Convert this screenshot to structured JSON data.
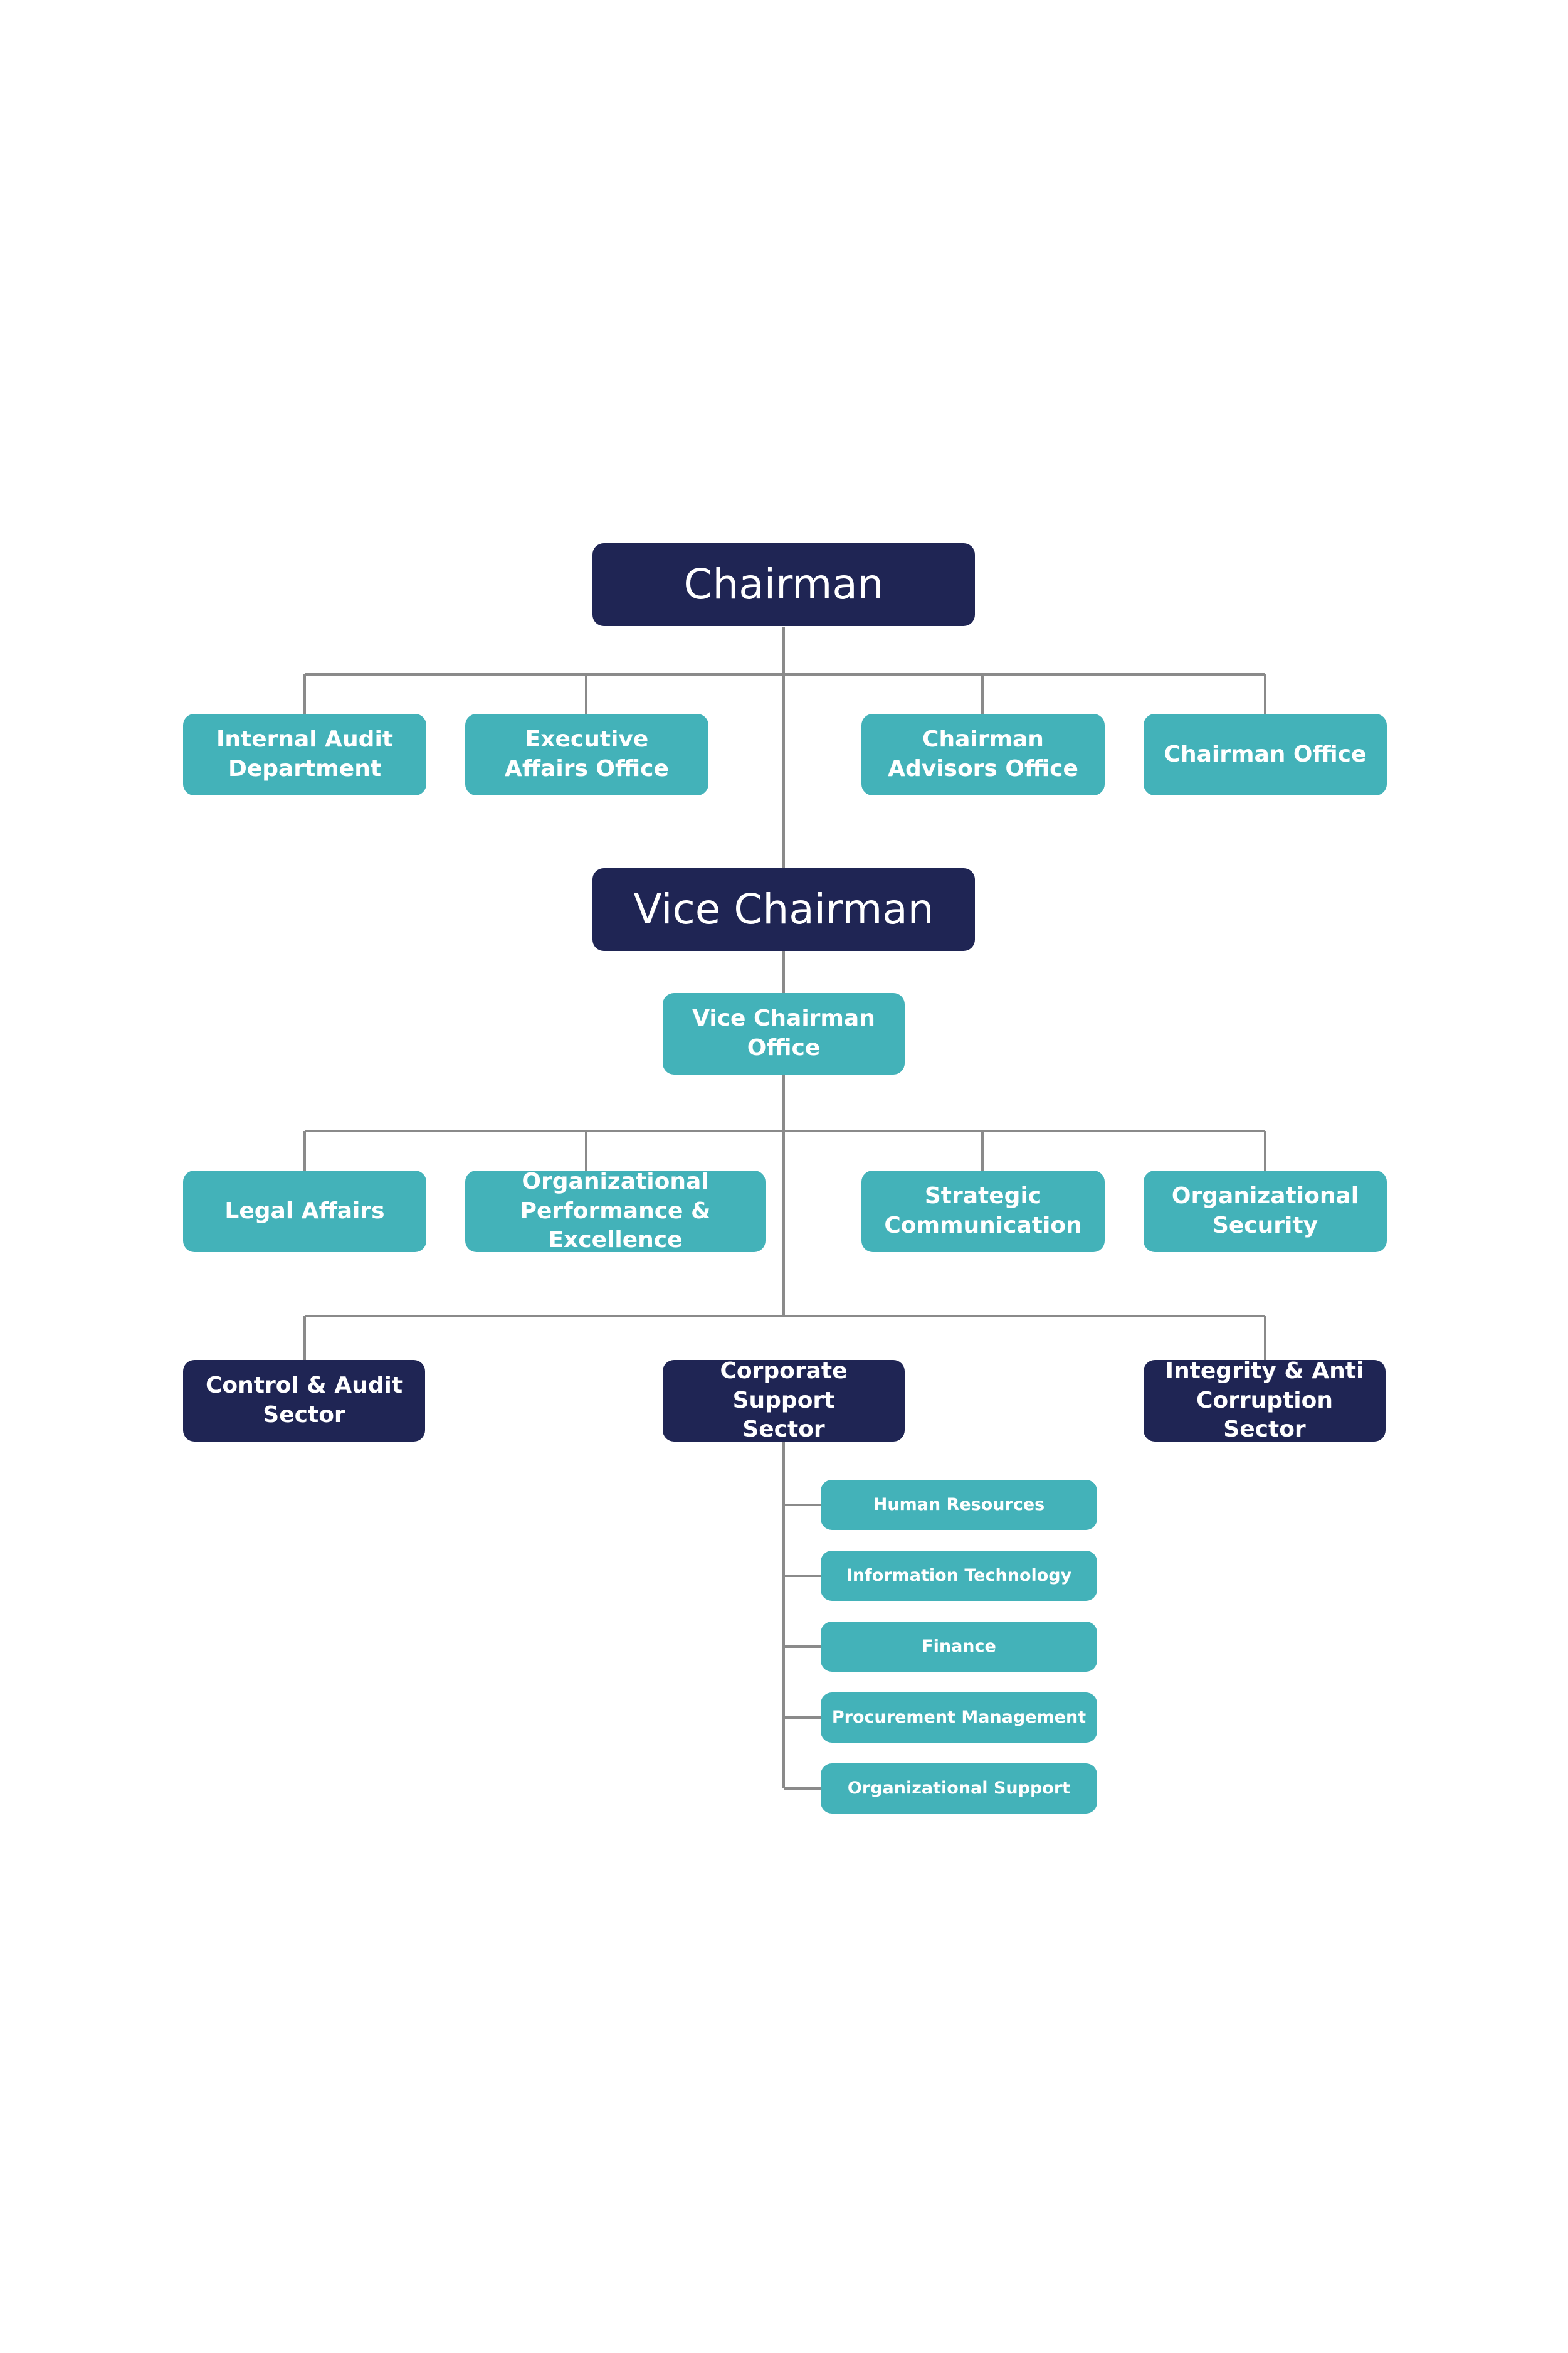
{
  "chairman": "Chairman",
  "chairman_units": [
    "Internal Audit\nDepartment",
    "Executive\nAffairs Office",
    "Chairman\nAdvisors Office",
    "Chairman Office"
  ],
  "vice_chairman": "Vice Chairman",
  "vice_chairman_office": "Vice Chairman\nOffice",
  "vice_units": [
    "Legal Affairs",
    "Organizational\nPerformance & Excellence",
    "Strategic\nCommunication",
    "Organizational\nSecurity"
  ],
  "sectors": [
    "Control & Audit\nSector",
    "Corporate Support\nSector",
    "Integrity & Anti\nCorruption Sector"
  ],
  "corporate_support_units": [
    "Human Resources",
    "Information Technology",
    "Finance",
    "Procurement Management",
    "Organizational Support"
  ],
  "colors": {
    "dark": "#1f2554",
    "teal": "#43b2b9",
    "connector": "#8a8a8a"
  }
}
